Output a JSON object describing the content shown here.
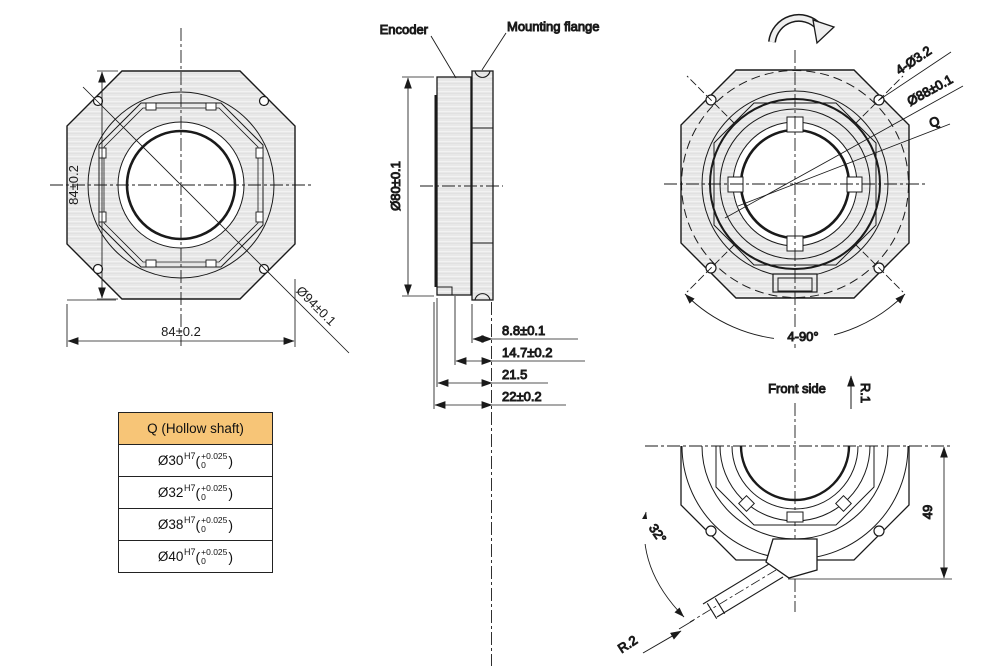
{
  "drawing": {
    "front_view": {
      "dim_height": "84±0.2",
      "dim_width": "84±0.2",
      "dim_diag": "Ø94±0.1"
    },
    "side_view": {
      "label_encoder": "Encoder",
      "label_flange": "Mounting flange",
      "dim_diameter": "Ø80±0.1",
      "dim_flange": "8.8±0.1",
      "dim_mid": "14.7±0.2",
      "dim_body": "21.5",
      "dim_total": "22±0.2"
    },
    "rear_view": {
      "dim_holes": "4-Ø3.2",
      "dim_circle": "Ø88±0.1",
      "label_q": "Q",
      "dim_spacing": "4-90°",
      "label_front": "Front side",
      "label_r1": "R.1"
    },
    "cable_view": {
      "dim_angle": "32°",
      "dim_offset": "49",
      "label_r2": "R.2"
    }
  },
  "shaft_table": {
    "header": "Q (Hollow shaft)",
    "paren_open": "(",
    "paren_close": ")",
    "rows": [
      {
        "size": "Ø30",
        "fit": "H7",
        "tol_upper": "+0.025",
        "tol_lower": "0"
      },
      {
        "size": "Ø32",
        "fit": "H7",
        "tol_upper": "+0.025",
        "tol_lower": "0"
      },
      {
        "size": "Ø38",
        "fit": "H7",
        "tol_upper": "+0.025",
        "tol_lower": "0"
      },
      {
        "size": "Ø40",
        "fit": "H7",
        "tol_upper": "+0.025",
        "tol_lower": "0"
      }
    ]
  },
  "colors": {
    "line": "#1a1a1a",
    "body_fill": "#e8e8e8",
    "table_header_bg": "#f7c577"
  }
}
